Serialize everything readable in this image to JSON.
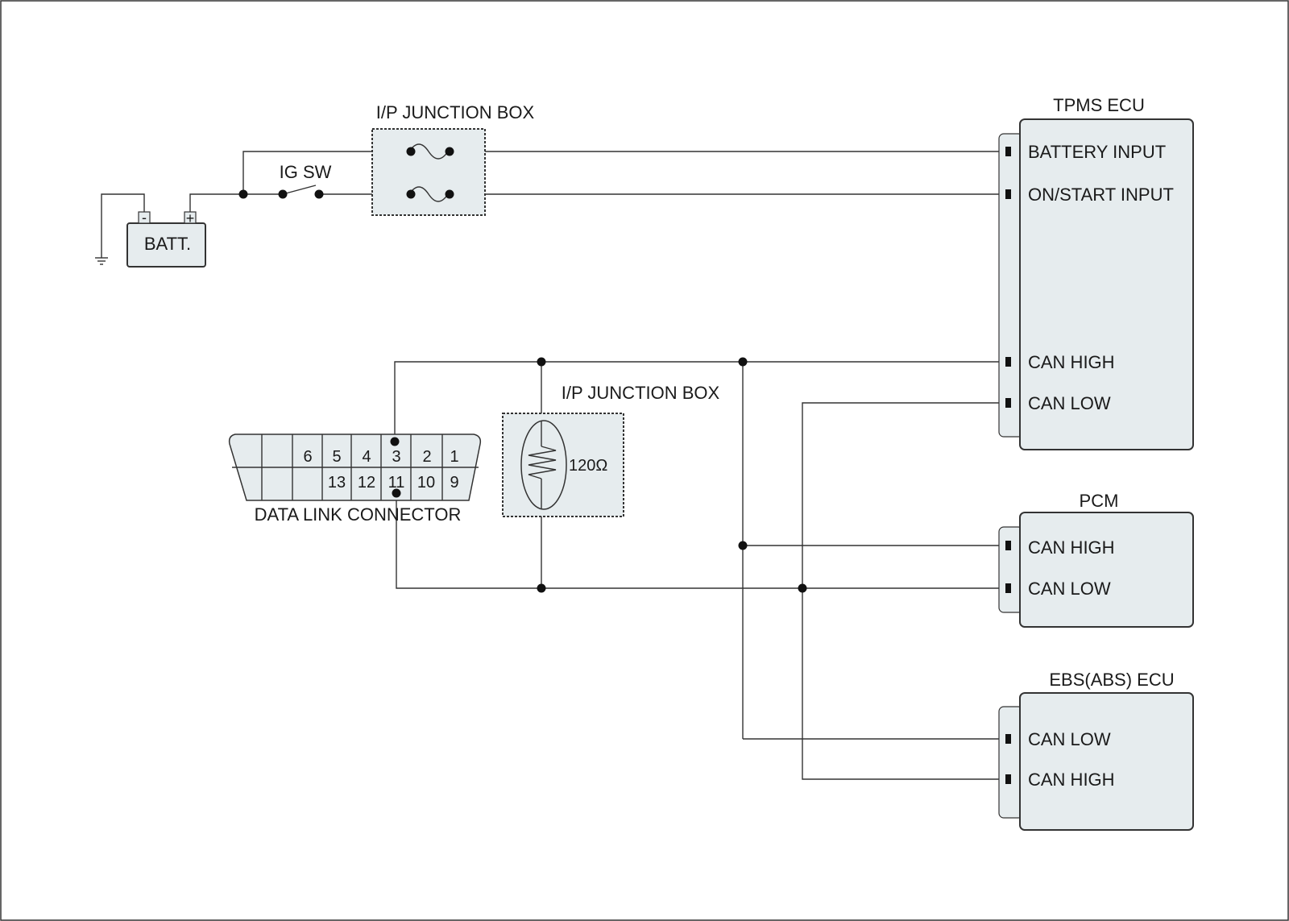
{
  "battery": {
    "label": "BATT.",
    "neg": "-",
    "pos": "+"
  },
  "ignition_switch": {
    "label": "IG SW"
  },
  "junction_box_top": {
    "label": "I/P JUNCTION BOX"
  },
  "junction_box_resistor": {
    "label": "I/P JUNCTION BOX",
    "resistance": "120Ω"
  },
  "data_link_connector": {
    "label": "DATA LINK CONNECTOR",
    "top_pins": [
      "6",
      "5",
      "4",
      "3",
      "2",
      "1"
    ],
    "bottom_pins": [
      "13",
      "12",
      "11",
      "10",
      "9"
    ]
  },
  "tpms_ecu": {
    "title": "TPMS ECU",
    "pins": [
      "BATTERY INPUT",
      "ON/START INPUT",
      "CAN HIGH",
      "CAN LOW"
    ]
  },
  "pcm": {
    "title": "PCM",
    "pins": [
      "CAN HIGH",
      "CAN LOW"
    ]
  },
  "ebs_ecu": {
    "title": "EBS(ABS) ECU",
    "pins": [
      "CAN LOW",
      "CAN HIGH"
    ]
  }
}
